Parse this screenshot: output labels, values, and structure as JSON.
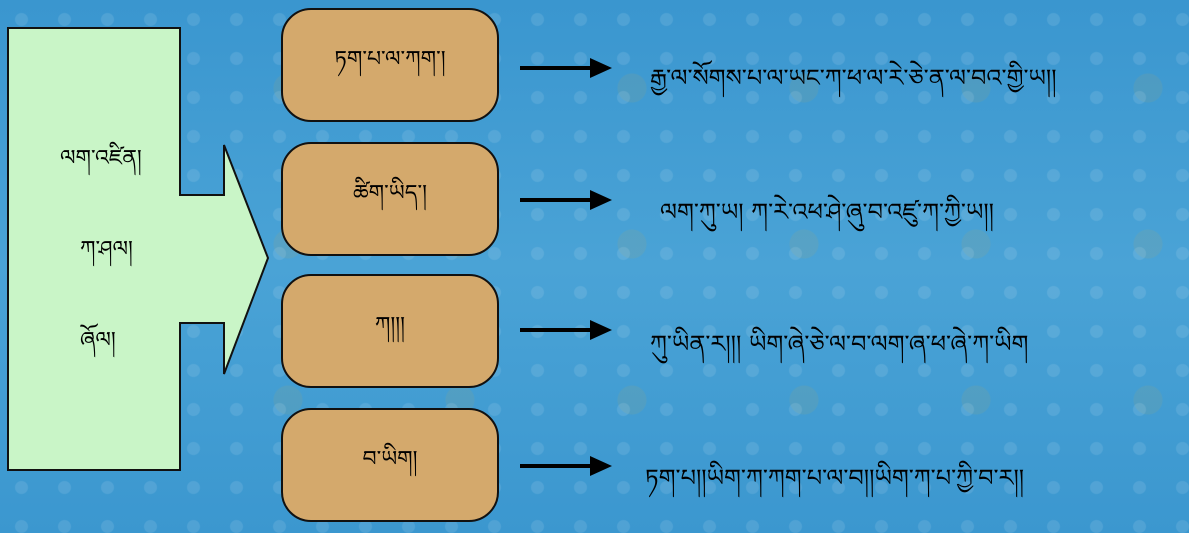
{
  "left_panel": {
    "items": [
      "ལག་འཛིན།",
      "ཀ་ཤལ།",
      "ཞོལ།"
    ]
  },
  "boxes": [
    {
      "label": "ཏག་པ་ལ་ཀག་།"
    },
    {
      "label": "ཚིག་ཡིད་།"
    },
    {
      "label": "ཀ།།།"
    },
    {
      "label": "བ་ཡིག།"
    }
  ],
  "results": [
    {
      "text": "རྒྱ་ལ་སོགས་པ་ལ་ཡང་ཀ་ཕ་ལ་རེ་ཅེ་ན་ལ་བའ་གྱི་ཡ།།"
    },
    {
      "text": "ལག་ཀུ་ཡ། ཀ་རེ་འཕ་ཤེ་ཞུ་བ་འཛུ་ཀ་ཀྱི་ཡ།།"
    },
    {
      "text": "ཀུ་ཡིན་ར།།། ཡིག་ཞེ་ཅེ་ལ་བ་ལག་ཞ་ཕ་ཞེ་ཀ་ཡིག"
    },
    {
      "text": "ཏག་པ།།ཡིག་ཀ་ཀག་པ་ལ་བ།།ཡིག་ཀ་པ་ཀྱི་བ་ར།།"
    }
  ],
  "colors": {
    "background": "#3f9bd1",
    "left_panel_fill": "#c9f5c7",
    "box_fill": "#d4a96c",
    "arrow": "#000000"
  }
}
